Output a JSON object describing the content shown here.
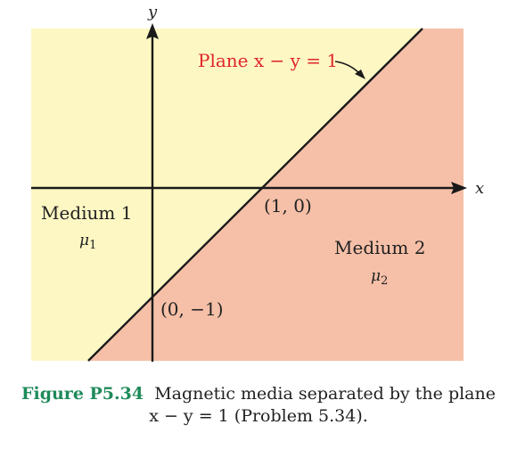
{
  "figure": {
    "axes": {
      "x_label": "x",
      "y_label": "y"
    },
    "plane_label": "Plane x − y = 1",
    "media": [
      {
        "name": "Medium 1",
        "mu_symbol": "μ",
        "mu_subscript": "1"
      },
      {
        "name": "Medium 2",
        "mu_symbol": "μ",
        "mu_subscript": "2"
      }
    ],
    "points": [
      {
        "label": "(1, 0)"
      },
      {
        "label": "(0, −1)"
      }
    ],
    "colors": {
      "medium1_fill": "#fdf7c3",
      "medium2_fill": "#f6c0a8",
      "plane_label": "#e0252b",
      "line": "#1a1a1a",
      "caption_figure_number": "#1e8a5a"
    }
  },
  "caption": {
    "figure_number": "Figure P5.34",
    "text_line1": "Magnetic media separated by the plane",
    "text_line2": "x − y = 1 (Problem 5.34)."
  }
}
